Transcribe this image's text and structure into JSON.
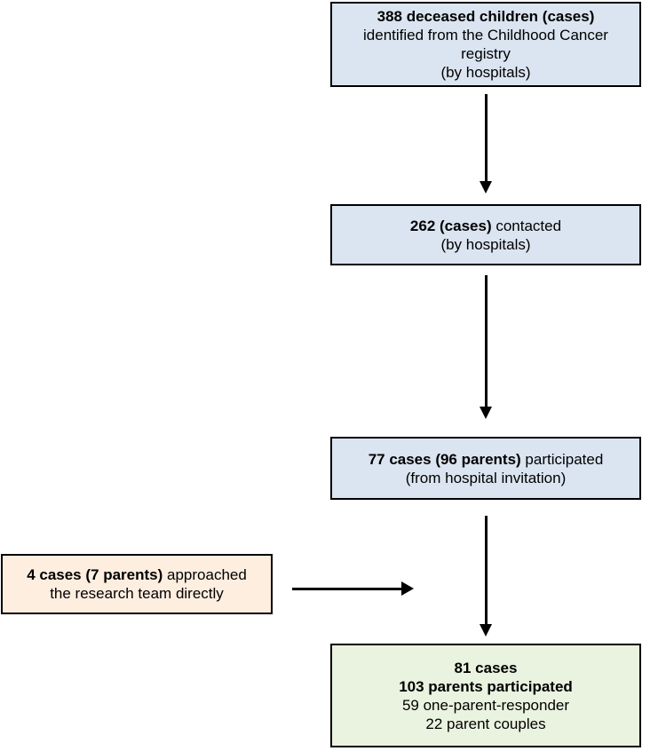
{
  "colors": {
    "box_blue": "#dbe5f1",
    "box_cream": "#fdeee0",
    "box_green": "#eaf2e0",
    "border": "#000000",
    "arrow": "#000000"
  },
  "flowchart": {
    "registry_box": {
      "line1_bold": "388 deceased children (cases)",
      "line2": "identified from the Childhood Cancer",
      "line3": "registry",
      "line4": "(by hospitals)"
    },
    "contacted_box": {
      "line1_bold": "262 (cases)",
      "line1_rest": " contacted",
      "line2": "(by hospitals)"
    },
    "participated_box": {
      "line1_bold": "77 cases (96 parents)",
      "line1_rest": " participated",
      "line2": "(from hospital invitation)"
    },
    "direct_approach_box": {
      "line1_bold": "4 cases (7 parents)",
      "line1_rest": " approached",
      "line2": "the research team directly"
    },
    "result_box": {
      "line1_bold": "81 cases",
      "line2_bold": "103 parents participated",
      "line3": "59 one-parent-responder",
      "line4": "22 parent couples"
    }
  }
}
